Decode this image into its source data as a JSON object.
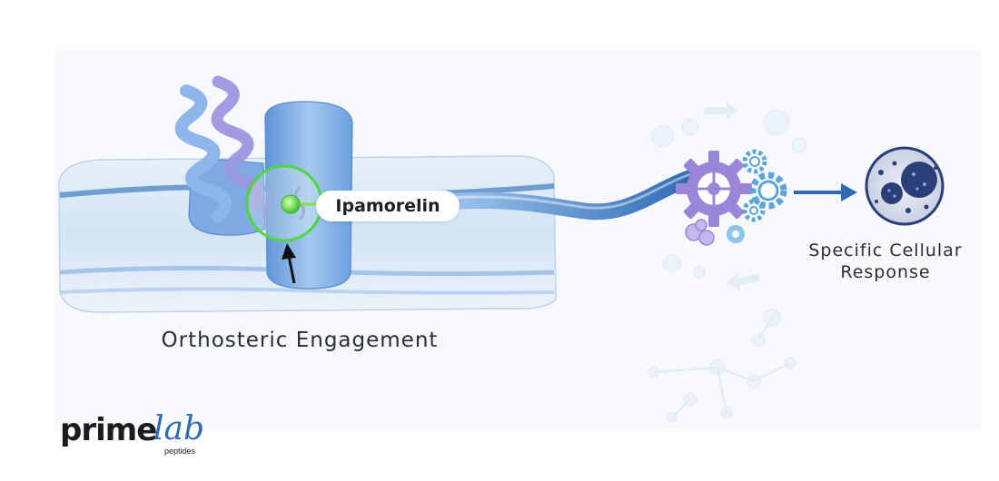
{
  "labels": {
    "ligand": "Ipamorelin",
    "engagement": "Orthosteric Engagement",
    "response_line1": "Specific Cellular",
    "response_line2": "Response"
  },
  "logo": {
    "word1": "prime",
    "word2": "lab",
    "sub": "peptides"
  },
  "colors": {
    "membrane": "#cfe1f3",
    "membrane_line": "#5d8fc9",
    "receptor": "#7eaee6",
    "helix": "#8a9fe0",
    "binding_ring": "#4ed63b",
    "ligand": "#7fe04a",
    "signal": "#2f6bb4",
    "gear_purple": "#9a86d6",
    "gear_blue": "#5aa6d8",
    "cell": "#dde1ef",
    "nucleus": "#2a3f78",
    "logo_accent": "#2f6bb4"
  },
  "icons": {
    "arrow": "arrow-up-icon",
    "gears": "gears-icon",
    "cell": "cell-icon"
  }
}
